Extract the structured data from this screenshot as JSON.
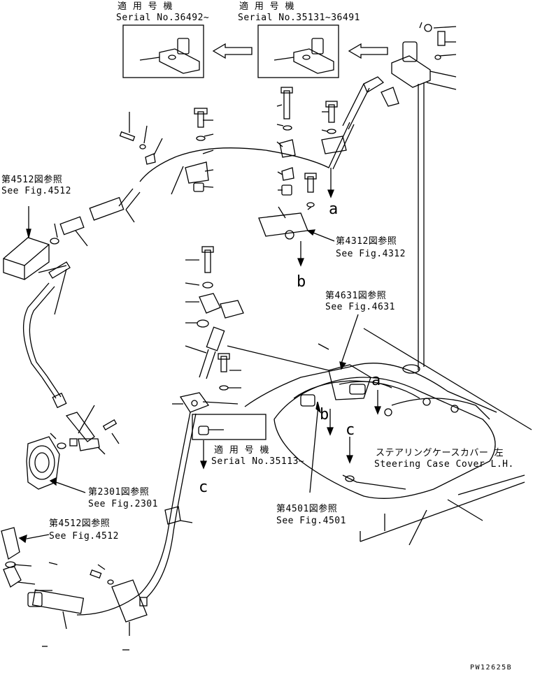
{
  "serial_boxes": {
    "box1": {
      "heading": "適 用 号 機",
      "serial": "Serial No.36492~"
    },
    "box2": {
      "heading": "適 用 号 機",
      "serial": "Serial No.35131~36491"
    },
    "box3": {
      "heading": "適 用 号 機",
      "serial": "Serial No.35113~"
    }
  },
  "references": {
    "fig4512_upper": {
      "jp": "第4512図参照",
      "en": "See Fig.4512"
    },
    "fig4312": {
      "jp": "第4312図参照",
      "en": "See Fig.4312"
    },
    "fig4631": {
      "jp": "第4631図参照",
      "en": "See Fig.4631"
    },
    "fig2301": {
      "jp": "第2301図参照",
      "en": "See Fig.2301"
    },
    "fig4512_lower": {
      "jp": "第4512図参照",
      "en": "See Fig.4512"
    },
    "fig4501": {
      "jp": "第4501図参照",
      "en": "See Fig.4501"
    }
  },
  "cover": {
    "jp": "ステアリングケースカバー 左",
    "en": "Steering Case Cover L.H."
  },
  "connection_letters": {
    "a_upper": "a",
    "b_upper": "b",
    "c_mid": "c",
    "a_cover": "a",
    "b_cover": "b",
    "c_cover": "c"
  },
  "drawing_code": "PW12625B"
}
